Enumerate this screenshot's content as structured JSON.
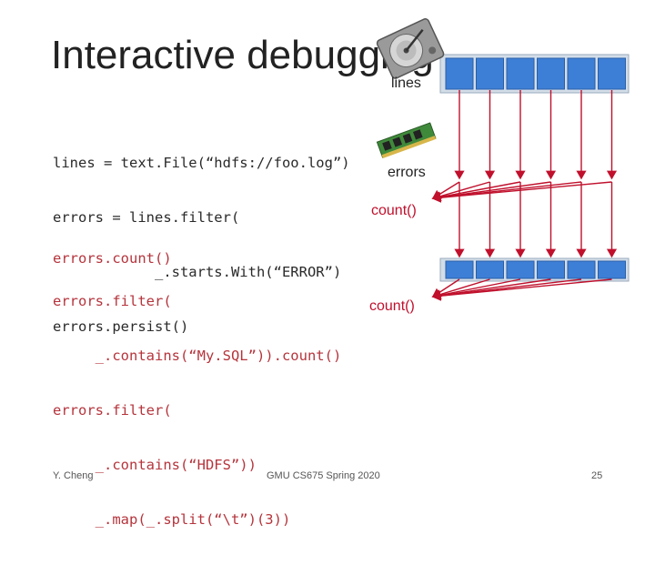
{
  "slide": {
    "title": "Interactive debugging",
    "code_block_1": [
      "lines = text.File(“hdfs://foo.log”)",
      "errors = lines.filter(",
      "            _.starts.With(“ERROR”)",
      "errors.persist()"
    ],
    "code_block_2": [
      "errors.count()"
    ],
    "code_block_3": [
      "errors.filter(",
      "     _.contains(“My.SQL”)).count()",
      "errors.filter(",
      "     _.contains(“HDFS”))",
      "     _.map(_.split(“\\t”)(3))"
    ],
    "diagram": {
      "label_lines": "lines",
      "label_errors": "errors",
      "label_count_1": "count()",
      "label_count_2": "count()",
      "partitions": 6,
      "colors": {
        "partition_fill": "#3d7fd6",
        "partition_container": "#d3dde8",
        "arrow": "#c0102c"
      },
      "icons": [
        "hard-disk-icon",
        "ram-module-icon"
      ]
    },
    "footer": {
      "author": "Y. Cheng",
      "course": "GMU CS675 Spring 2020",
      "page": "25"
    }
  }
}
